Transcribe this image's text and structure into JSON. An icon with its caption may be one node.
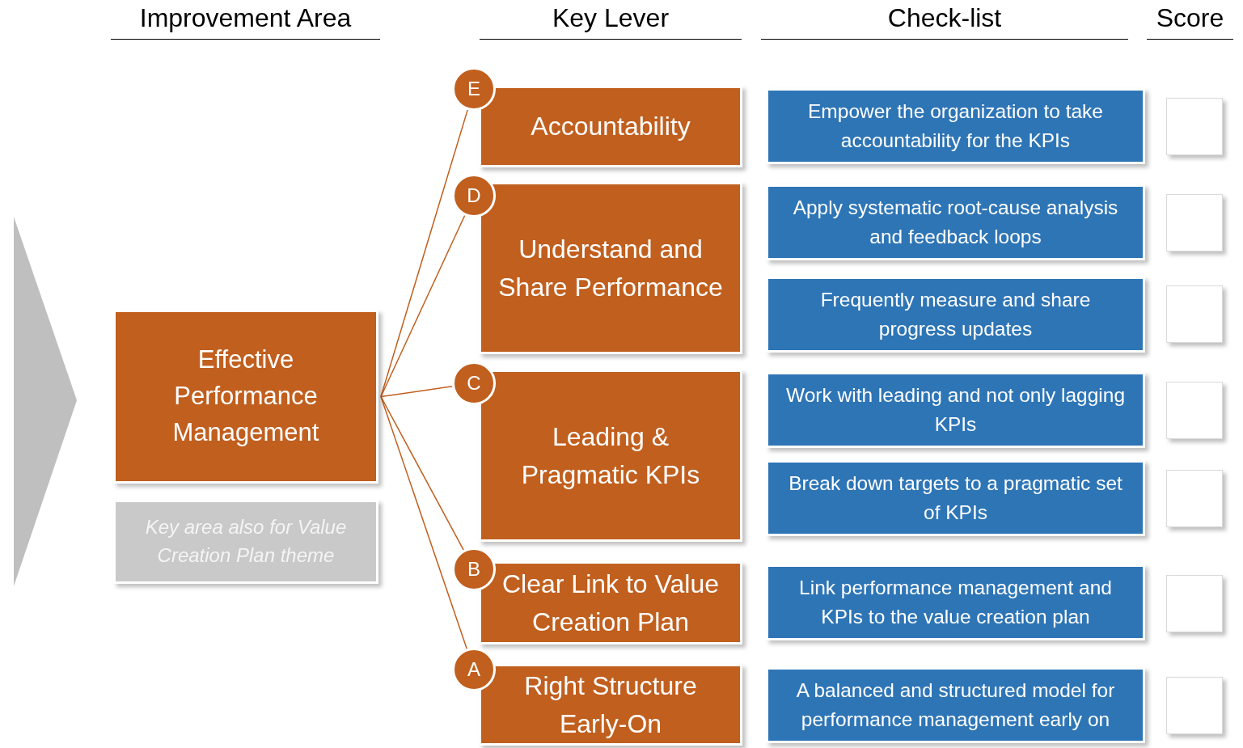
{
  "diagram": {
    "nodes": [
      {
        "text": [
          "Effective Performance Management"
        ]
      },
      {
        "text": [
          "Key area also for Value Creation Plan theme"
        ]
      },
      {
        "text": [
          "E"
        ]
      },
      {
        "text": [
          "Accountability"
        ]
      },
      {
        "text": [
          "D"
        ]
      },
      {
        "text": [
          "Understand and Share Performance"
        ]
      },
      {
        "text": [
          "C"
        ]
      },
      {
        "text": [
          "Leading & Pragmatic KPIs"
        ]
      },
      {
        "text": [
          "B"
        ]
      },
      {
        "text": [
          "Clear Link to Value Creation Plan"
        ]
      },
      {
        "text": [
          "A"
        ]
      },
      {
        "text": [
          "Right Structure Early-On"
        ]
      },
      {
        "text": [
          "Empower the organization to take accountability for the KPIs"
        ]
      },
      {
        "text": [
          "Apply systematic root-cause analysis and feedback loops"
        ]
      },
      {
        "text": [
          "Frequently measure and share progress updates"
        ]
      },
      {
        "text": [
          "Work with leading and not only lagging KPIs"
        ]
      },
      {
        "text": [
          "Break down targets to a pragmatic set of KPIs"
        ]
      },
      {
        "text": [
          "Link performance management and KPIs to the value creation plan"
        ]
      },
      {
        "text": [
          "A balanced and structured model for performance management early on"
        ]
      },
      {
        "text": [],
        "shape": "box"
      },
      {
        "text": [],
        "shape": "box"
      },
      {
        "text": [],
        "shape": "box"
      },
      {
        "text": [],
        "shape": "box"
      },
      {
        "text": [],
        "shape": "box"
      },
      {
        "text": [],
        "shape": "box"
      },
      {
        "text": [],
        "shape": "box"
      }
    ],
    "edges": [
      {
        "from": 0,
        "to": 2,
        "arrow": "none"
      },
      {
        "from": 0,
        "to": 4,
        "arrow": "none"
      },
      {
        "from": 0,
        "to": 6,
        "arrow": "none"
      },
      {
        "from": 0,
        "to": 8,
        "arrow": "none"
      },
      {
        "from": 0,
        "to": 10,
        "arrow": "none"
      }
    ],
    "labels": [
      "Improvement Area",
      "Key Lever",
      "Check-list",
      "Score"
    ]
  }
}
